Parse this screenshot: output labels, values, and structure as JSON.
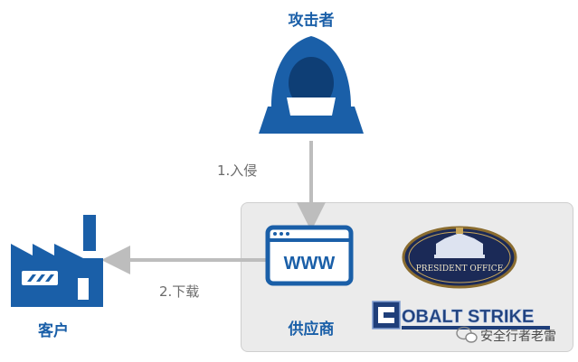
{
  "labels": {
    "attacker": "攻击者",
    "step1": "1.入侵",
    "customer": "客户",
    "step2": "2.下载",
    "supplier": "供应商"
  },
  "icons": {
    "attacker": "hooded-hacker-icon",
    "customer": "factory-icon",
    "supplier": "www-browser-icon",
    "logo_president": "president-office-logo",
    "logo_cobalt": "cobalt-strike-logo",
    "watermark": "wechat-icon"
  },
  "logo_text": {
    "president": "PRESIDENT OFFICE",
    "cobalt": "OBALT STRIKE",
    "www": "WWW"
  },
  "watermark": {
    "text": "安全行者老雷"
  },
  "colors": {
    "primary_blue": "#1a5fa8",
    "arrow_gray": "#bdbdbd",
    "box_gray": "#ebebeb",
    "label_gray": "#6b6b6b"
  }
}
